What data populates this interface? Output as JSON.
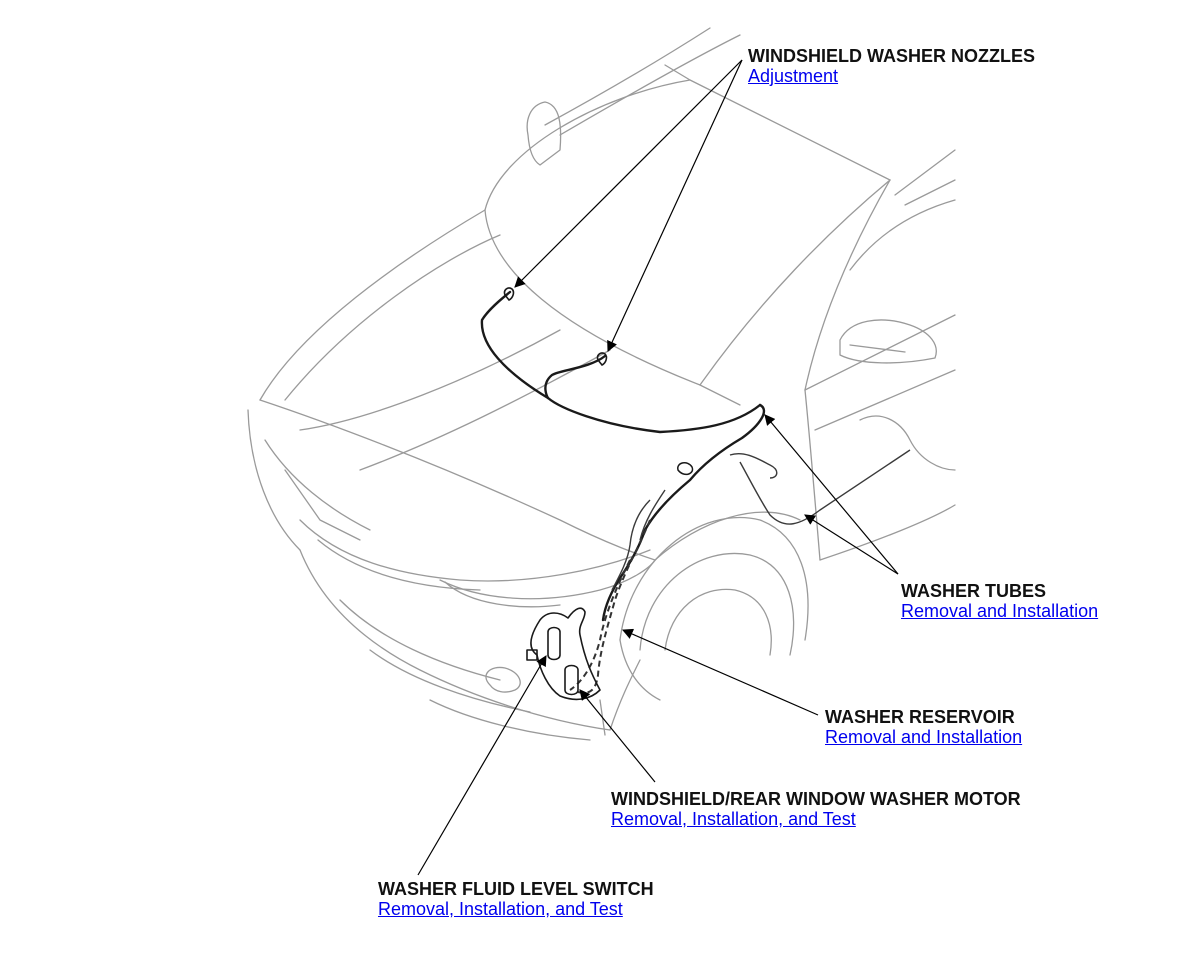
{
  "callouts": {
    "nozzles": {
      "title": "WINDSHIELD WASHER NOZZLES",
      "link": "Adjustment"
    },
    "tubes": {
      "title": "WASHER TUBES",
      "link": "Removal and Installation"
    },
    "reservoir": {
      "title": "WASHER RESERVOIR",
      "link": "Removal and Installation"
    },
    "motor": {
      "title": "WINDSHIELD/REAR WINDOW WASHER MOTOR",
      "link": "Removal, Installation, and Test"
    },
    "switch": {
      "title": "WASHER FLUID LEVEL SWITCH",
      "link": "Removal, Installation, and Test"
    }
  },
  "colors": {
    "outline": "#9a9a9a",
    "component": "#1a1a1a",
    "leader": "#000000",
    "link": "#0000ee"
  }
}
